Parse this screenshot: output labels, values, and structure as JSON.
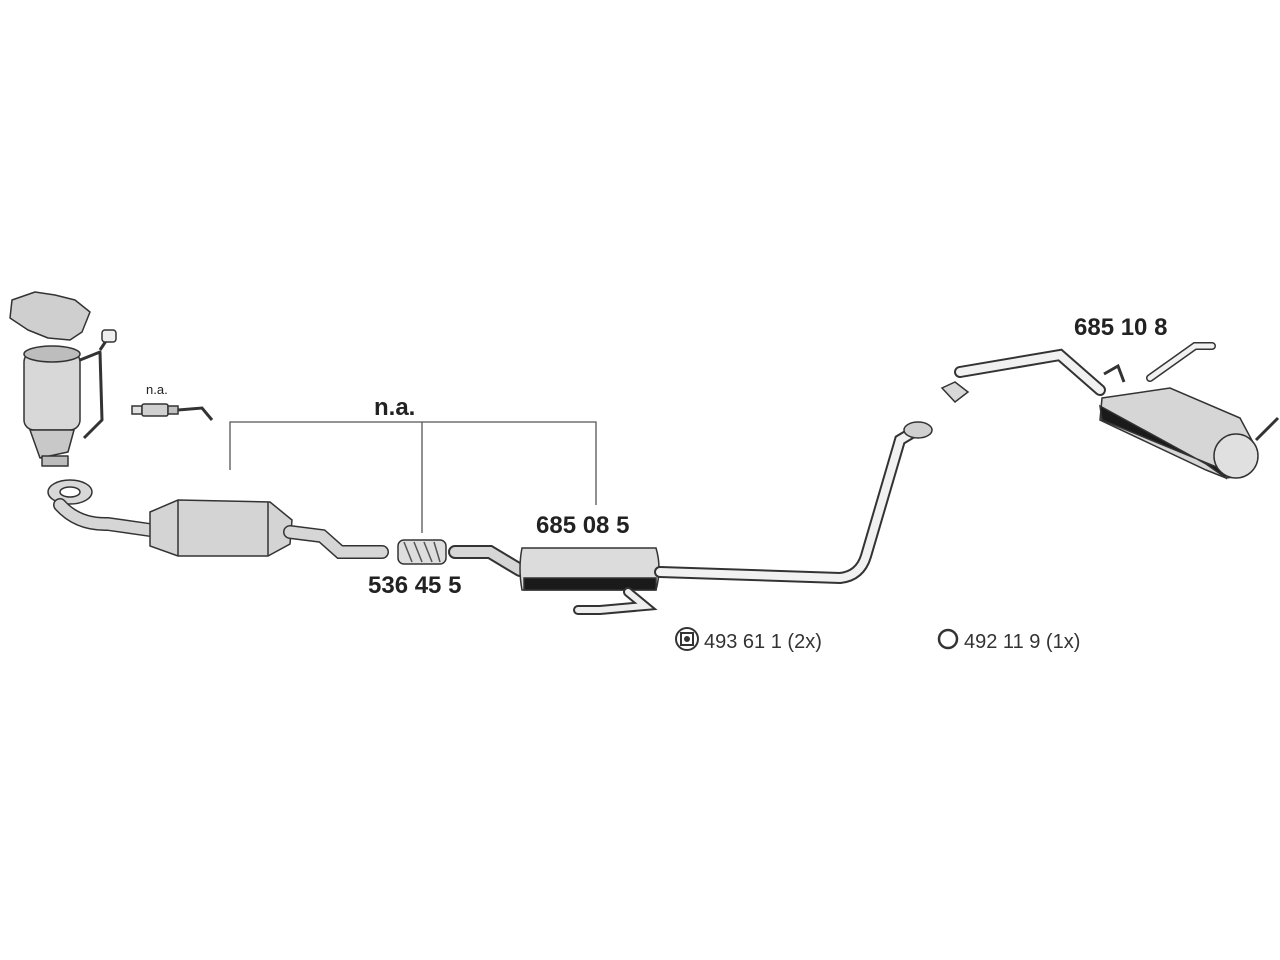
{
  "labels": {
    "oxygen_sensor_note": "n.a.",
    "bracket_note": "n.a.",
    "connector_part": "536 45 5",
    "middle_silencer_part": "685 08 5",
    "rear_silencer_part": "685 10 8"
  },
  "mounts": [
    {
      "icon": "rubber-hanger-icon",
      "text": "493 61 1 (2x)"
    },
    {
      "icon": "ring-gasket-icon",
      "text": "492 11 9 (1x)"
    }
  ],
  "colors": {
    "outline": "#333333",
    "metal": "#d6d6d6",
    "metal_dark": "#8c8c8c",
    "shadow": "#1a1a1a"
  }
}
